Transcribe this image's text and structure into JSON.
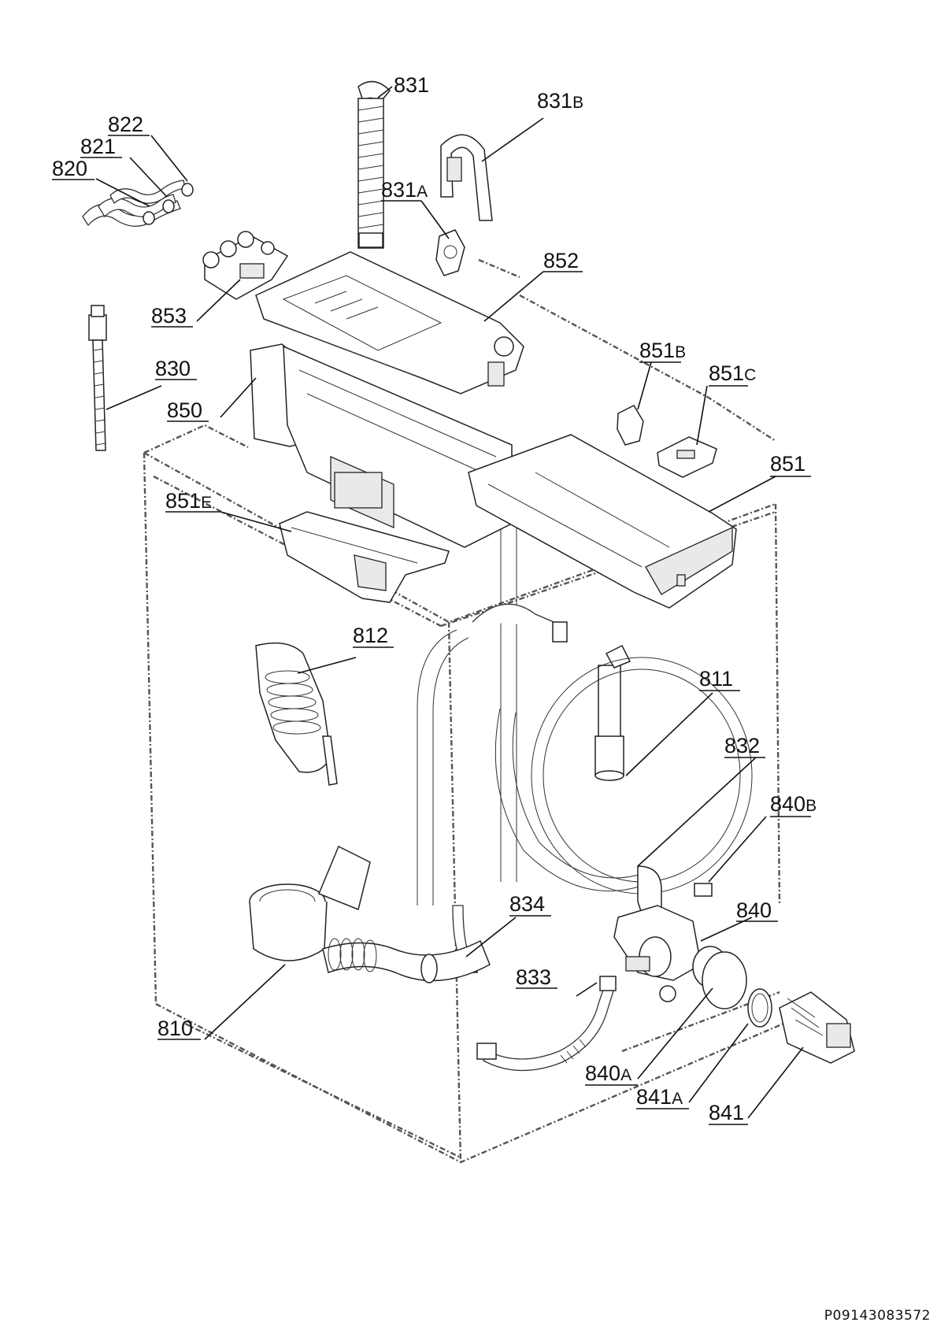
{
  "diagram": {
    "reference_code": "P09143083572",
    "labels": [
      {
        "id": "831",
        "text": "831",
        "sub": ""
      },
      {
        "id": "831B",
        "text": "831",
        "sub": "B"
      },
      {
        "id": "822",
        "text": "822",
        "sub": ""
      },
      {
        "id": "821",
        "text": "821",
        "sub": ""
      },
      {
        "id": "820",
        "text": "820",
        "sub": ""
      },
      {
        "id": "831A",
        "text": "831",
        "sub": "A"
      },
      {
        "id": "852",
        "text": "852",
        "sub": ""
      },
      {
        "id": "853",
        "text": "853",
        "sub": ""
      },
      {
        "id": "830",
        "text": "830",
        "sub": ""
      },
      {
        "id": "850",
        "text": "850",
        "sub": ""
      },
      {
        "id": "851B",
        "text": "851",
        "sub": "B"
      },
      {
        "id": "851C",
        "text": "851",
        "sub": "C"
      },
      {
        "id": "851",
        "text": "851",
        "sub": ""
      },
      {
        "id": "851E",
        "text": "851",
        "sub": "E"
      },
      {
        "id": "812",
        "text": "812",
        "sub": ""
      },
      {
        "id": "811",
        "text": "811",
        "sub": ""
      },
      {
        "id": "832",
        "text": "832",
        "sub": ""
      },
      {
        "id": "840B",
        "text": "840",
        "sub": "B"
      },
      {
        "id": "840",
        "text": "840",
        "sub": ""
      },
      {
        "id": "834",
        "text": "834",
        "sub": ""
      },
      {
        "id": "833",
        "text": "833",
        "sub": ""
      },
      {
        "id": "810",
        "text": "810",
        "sub": ""
      },
      {
        "id": "840A",
        "text": "840",
        "sub": "A"
      },
      {
        "id": "841A",
        "text": "841",
        "sub": "A"
      },
      {
        "id": "841",
        "text": "841",
        "sub": ""
      }
    ]
  }
}
